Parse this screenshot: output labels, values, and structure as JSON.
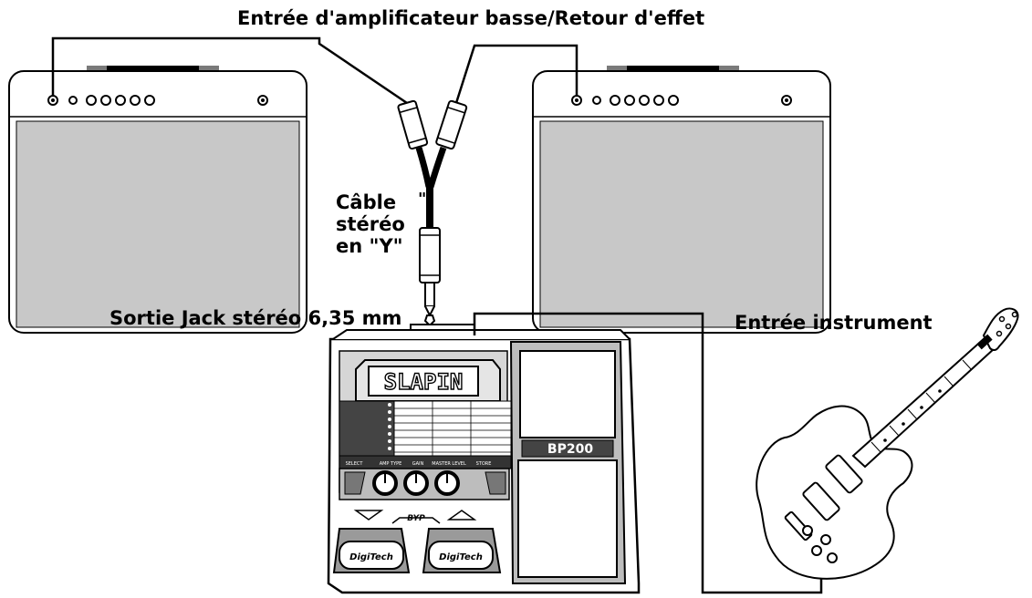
{
  "labels": {
    "amp_input": "Entrée d'amplificateur basse/Retour d'effet",
    "cable_line1": "Câble",
    "cable_line2": "stéréo",
    "cable_line3": "en \"Y\"",
    "cable_quote": "\"",
    "stereo_out": "Sortie Jack stéréo 6,35 mm",
    "instrument_in": "Entrée instrument"
  },
  "device": {
    "display_text": "SLAPIN",
    "model": "BP200",
    "brand": "DigiTech",
    "footswitch_label": "BYP",
    "button_labels": [
      "SELECT",
      "AMP TYPE",
      "GAIN",
      "MASTER LEVEL",
      "STORE"
    ]
  },
  "colors": {
    "line": "#000000",
    "speaker_grille": "#c8c8c8",
    "handle_grey": "#7a7a7a"
  }
}
